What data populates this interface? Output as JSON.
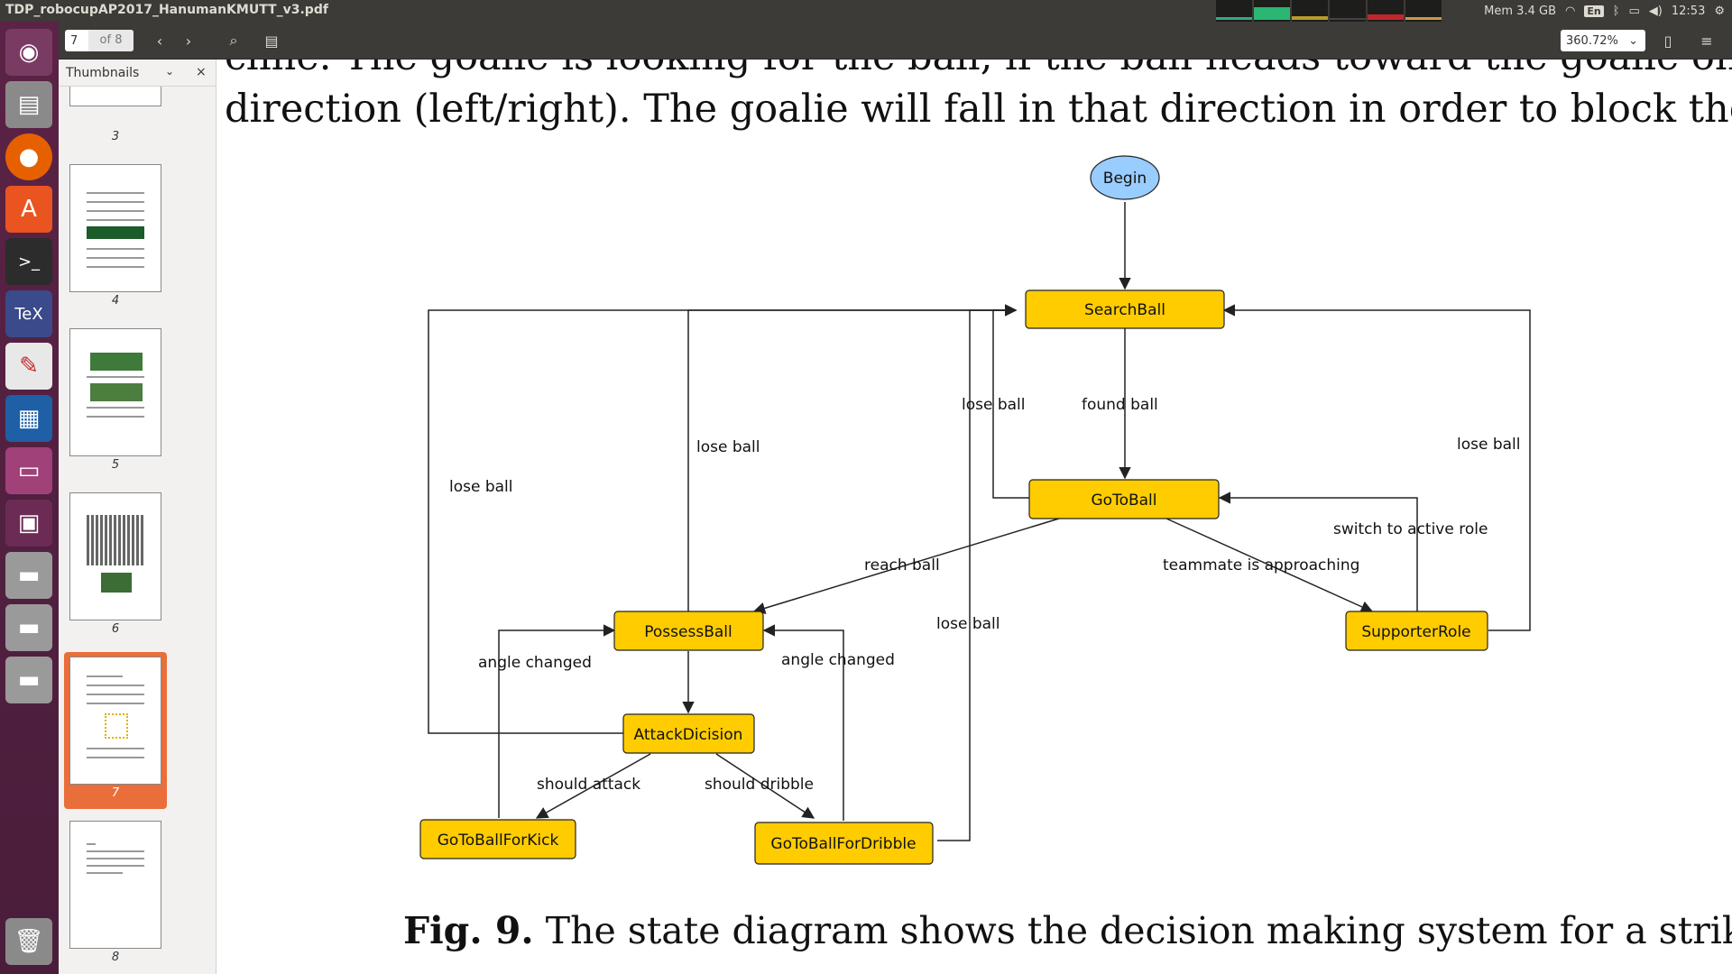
{
  "window": {
    "title": "TDP_robocupAP2017_HanumanKMUTT_v3.pdf"
  },
  "tray": {
    "memory": "Mem 3.4 GB",
    "language": "En",
    "clock": "12:53"
  },
  "toolbar": {
    "page_number": "7",
    "page_total": "of 8",
    "zoom": "360.72%"
  },
  "sidebar": {
    "title": "Thumbnails",
    "pages": [
      "3",
      "4",
      "5",
      "6",
      "7",
      "8"
    ]
  },
  "document": {
    "line1": "cline. The goalie is looking for the ball, if the ball heads toward the goalie on either",
    "line2": "direction (left/right). The goalie will fall in that direction in order to block the ball.",
    "caption_bold": "Fig. 9.",
    "caption_text": " The state diagram shows the decision making system for a striker."
  },
  "diagram": {
    "states": {
      "begin": "Begin",
      "search": "SearchBall",
      "goto": "GoToBall",
      "possess": "PossessBall",
      "supporter": "SupporterRole",
      "attack": "AttackDicision",
      "kick": "GoToBallForKick",
      "dribble": "GoToBallForDribble"
    },
    "labels": {
      "found_ball": "found ball",
      "lose_ball": "lose ball",
      "reach_ball": "reach ball",
      "teammate": "teammate is approaching",
      "switch_role": "switch to active role",
      "angle_changed": "angle changed",
      "should_attack": "should attack",
      "should_dribble": "should dribble"
    }
  },
  "colors": {
    "state_fill": "#ffcc00",
    "begin_fill": "#99ccff",
    "selection": "#e96e3a",
    "launcher": "#5b2345"
  }
}
